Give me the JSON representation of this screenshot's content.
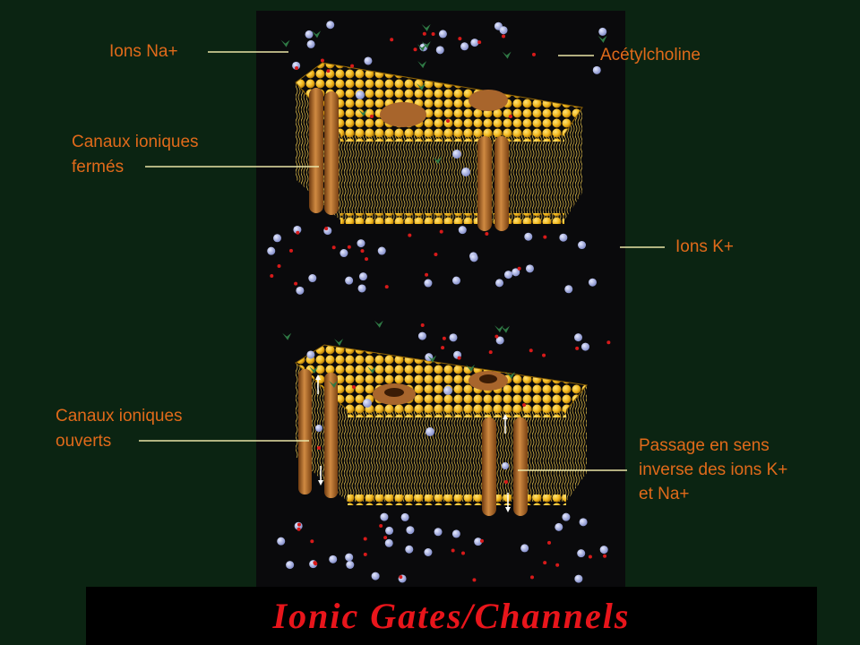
{
  "labels": {
    "ions_na": "Ions Na+",
    "acetylcholine": "Acétylcholine",
    "closed_line1": "Canaux ioniques",
    "closed_line2": "fermés",
    "ions_k": "Ions K+",
    "open_line1": "Canaux ioniques",
    "open_line2": "ouverts",
    "passage_line1": "Passage en sens",
    "passage_line2": "inverse des ions K+",
    "passage_line3": "et Na+"
  },
  "title": "Ionic Gates/Channels",
  "colors": {
    "page_background": "#0b2412",
    "panel_background": "#0a0a0c",
    "label_text": "#e06a1a",
    "leader_line": "#e9e4a6",
    "title_text": "#e8151b",
    "lipid_head": "#f2b81c",
    "channel_protein": "#b46a26",
    "ion_k": "#aab4e8",
    "ion_na": "#d81a1a",
    "acetylcholine": "#2f7a45"
  },
  "icons": [
    "membrane-block-icon",
    "ion-channel-icon",
    "acetylcholine-icon",
    "potassium-ion-icon",
    "sodium-ion-icon",
    "flow-arrow-icon"
  ]
}
